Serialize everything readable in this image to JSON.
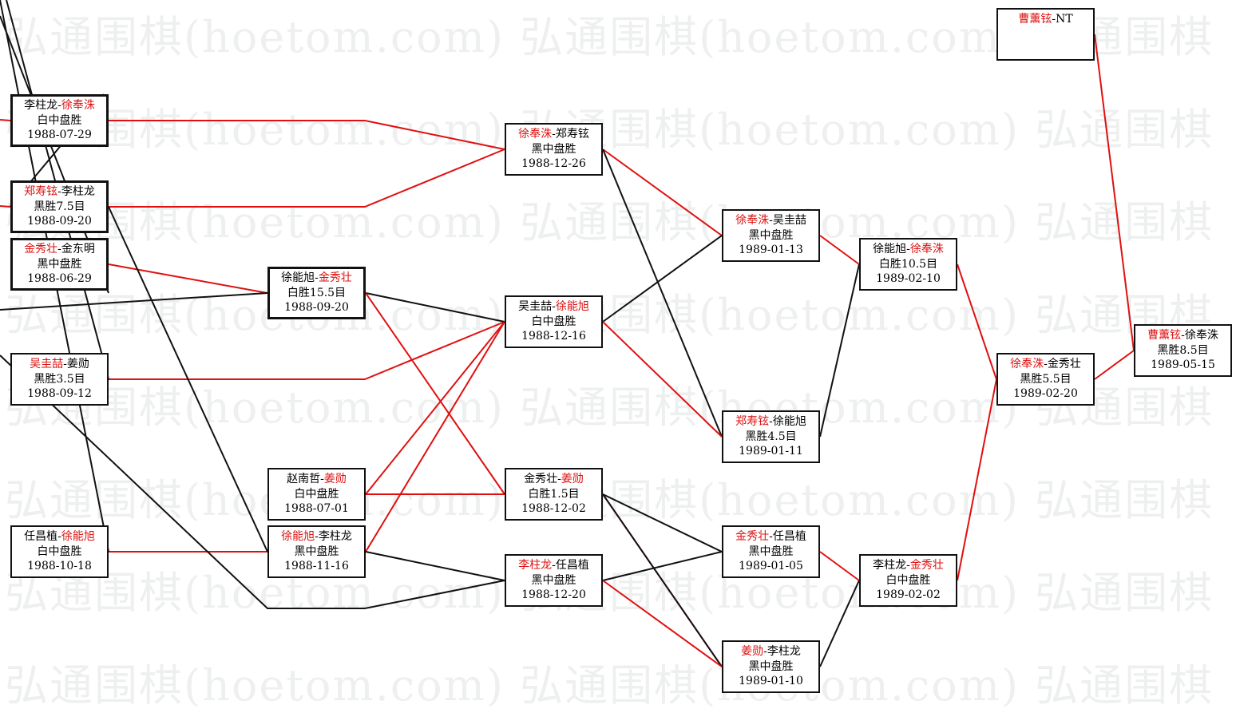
{
  "watermark": {
    "text": "弘通围棋(hoetom.com) 弘通围棋(hoetom.com) 弘通围棋"
  },
  "colors": {
    "win": "#dd1111",
    "loss": "#000000",
    "line_win": "#e01010",
    "line_loss": "#111111"
  },
  "games": [
    {
      "id": "g1",
      "black": "李柱龙",
      "white": "徐奉洙",
      "winner": "white",
      "result": "白中盘胜",
      "date": "1988-07-29"
    },
    {
      "id": "g2",
      "black": "郑寿铉",
      "white": "李柱龙",
      "winner": "black",
      "result": "黑胜7.5目",
      "date": "1988-09-20"
    },
    {
      "id": "g3",
      "black": "金秀壮",
      "white": "金东明",
      "winner": "black",
      "result": "黑中盘胜",
      "date": "1988-06-29"
    },
    {
      "id": "g4",
      "black": "吴圭喆",
      "white": "姜勋",
      "winner": "black",
      "result": "黑胜3.5目",
      "date": "1988-09-12"
    },
    {
      "id": "g5",
      "black": "任昌植",
      "white": "徐能旭",
      "winner": "white",
      "result": "白中盘胜",
      "date": "1988-10-18"
    },
    {
      "id": "g6",
      "black": "徐能旭",
      "white": "金秀壮",
      "winner": "white",
      "result": "白胜15.5目",
      "date": "1988-09-20"
    },
    {
      "id": "g7",
      "black": "赵南哲",
      "white": "姜勋",
      "winner": "white",
      "result": "白中盘胜",
      "date": "1988-07-01"
    },
    {
      "id": "g8",
      "black": "徐能旭",
      "white": "李柱龙",
      "winner": "black",
      "result": "黑中盘胜",
      "date": "1988-11-16"
    },
    {
      "id": "g9",
      "black": "徐奉洙",
      "white": "郑寿铉",
      "winner": "black",
      "result": "黑中盘胜",
      "date": "1988-12-26"
    },
    {
      "id": "g10",
      "black": "吴圭喆",
      "white": "徐能旭",
      "winner": "white",
      "result": "白中盘胜",
      "date": "1988-12-16"
    },
    {
      "id": "g11",
      "black": "金秀壮",
      "white": "姜勋",
      "winner": "white",
      "result": "白胜1.5目",
      "date": "1988-12-02"
    },
    {
      "id": "g12",
      "black": "李柱龙",
      "white": "任昌植",
      "winner": "black",
      "result": "黑中盘胜",
      "date": "1988-12-20"
    },
    {
      "id": "g13",
      "black": "徐奉洙",
      "white": "吴圭喆",
      "winner": "black",
      "result": "黑中盘胜",
      "date": "1989-01-13"
    },
    {
      "id": "g14",
      "black": "郑寿铉",
      "white": "徐能旭",
      "winner": "black",
      "result": "黑胜4.5目",
      "date": "1989-01-11"
    },
    {
      "id": "g15",
      "black": "金秀壮",
      "white": "任昌植",
      "winner": "black",
      "result": "黑中盘胜",
      "date": "1989-01-05"
    },
    {
      "id": "g16",
      "black": "姜勋",
      "white": "李柱龙",
      "winner": "black",
      "result": "黑中盘胜",
      "date": "1989-01-10"
    },
    {
      "id": "g17",
      "black": "徐能旭",
      "white": "徐奉洙",
      "winner": "white",
      "result": "白胜10.5目",
      "date": "1989-02-10"
    },
    {
      "id": "g18",
      "black": "李柱龙",
      "white": "金秀壮",
      "winner": "white",
      "result": "白中盘胜",
      "date": "1989-02-02"
    },
    {
      "id": "g19",
      "black": "徐奉洙",
      "white": "金秀壮",
      "winner": "black",
      "result": "黑胜5.5目",
      "date": "1989-02-20"
    },
    {
      "id": "g20",
      "black": "曹薰铉",
      "white": "",
      "winner": "black",
      "result": "",
      "date": "",
      "note": "NT"
    },
    {
      "id": "g21",
      "black": "曹薰铉",
      "white": "徐奉洙",
      "winner": "black",
      "result": "黑胜8.5目",
      "date": "1989-05-15"
    }
  ],
  "connections": [
    {
      "from": "g1",
      "to": "g9",
      "color": "win"
    },
    {
      "from": "g2",
      "to": "g9",
      "color": "win"
    },
    {
      "from": "g3",
      "to": "g6",
      "color": "win"
    },
    {
      "from": "g4",
      "to": "g10",
      "color": "win"
    },
    {
      "from": "g5",
      "to": "g8",
      "color": "win"
    },
    {
      "from": "g6",
      "to": "g10",
      "color": "loss"
    },
    {
      "from": "g6",
      "to": "g11",
      "color": "win"
    },
    {
      "from": "g7",
      "to": "g11",
      "color": "win"
    },
    {
      "from": "g7",
      "to": "g10",
      "color": "win"
    },
    {
      "from": "g8",
      "to": "g10",
      "color": "win"
    },
    {
      "from": "g8",
      "to": "g12",
      "color": "loss"
    },
    {
      "from": "g2",
      "to": "g8",
      "color": "loss"
    },
    {
      "from": "g9",
      "to": "g13",
      "color": "win"
    },
    {
      "from": "g9",
      "to": "g14",
      "color": "loss"
    },
    {
      "from": "g10",
      "to": "g13",
      "color": "loss"
    },
    {
      "from": "g10",
      "to": "g14",
      "color": "win"
    },
    {
      "from": "g11",
      "to": "g15",
      "color": "loss"
    },
    {
      "from": "g11",
      "to": "g16",
      "color": "win"
    },
    {
      "from": "g11",
      "to": "g16",
      "color": "loss"
    },
    {
      "from": "g12",
      "to": "g15",
      "color": "loss"
    },
    {
      "from": "g12",
      "to": "g16",
      "color": "win"
    },
    {
      "from": "g13",
      "to": "g17",
      "color": "win"
    },
    {
      "from": "g14",
      "to": "g17",
      "color": "loss"
    },
    {
      "from": "g15",
      "to": "g18",
      "color": "win"
    },
    {
      "from": "g16",
      "to": "g18",
      "color": "loss"
    },
    {
      "from": "g17",
      "to": "g19",
      "color": "win"
    },
    {
      "from": "g18",
      "to": "g19",
      "color": "win"
    },
    {
      "from": "g19",
      "to": "g21",
      "color": "win"
    },
    {
      "from": "g20",
      "to": "g21",
      "color": "win"
    }
  ]
}
